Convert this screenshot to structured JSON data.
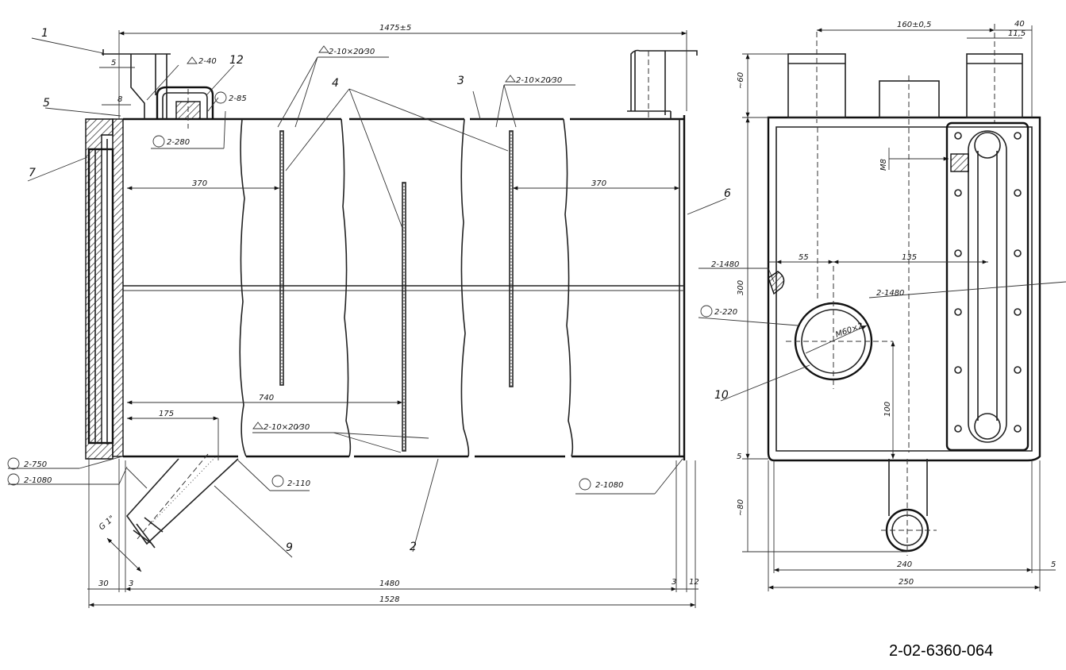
{
  "drawing_number": "2-02-6360-064",
  "parts": {
    "p1": "1",
    "p2": "2",
    "p3": "3",
    "p4": "4",
    "p5": "5",
    "p6": "6",
    "p7": "7",
    "p9": "9",
    "p10": "10",
    "p12": "12"
  },
  "dims_front": {
    "overall_top": "1475±5",
    "d5": "5",
    "d8": "8",
    "d370_left": "370",
    "d370_right": "370",
    "d740": "740",
    "d175": "175",
    "d1480": "1480",
    "d1528": "1528",
    "d30": "30",
    "d3_left": "3",
    "d3_right": "3",
    "d12": "12",
    "thread_g": "G 1\""
  },
  "weld_notes": {
    "w_2_40": "2-40",
    "w_2_85": "2-85",
    "w_2_280": "2-280",
    "w_top_left": "2-10×20⁄30",
    "w_top_right": "2-10×20⁄30",
    "w_bottom": "2-10×20⁄30",
    "w_2_750": "2-750",
    "w_2_1080_left": "2-1080",
    "w_2_110": "2-110",
    "w_2_1080_right": "2-1080"
  },
  "dims_side": {
    "d160": "160±0,5",
    "d40": "40",
    "d11_5": "11,5",
    "d60": "~60",
    "m8": "M8",
    "d55": "55",
    "d135": "135",
    "w_2_1480_left": "2-1480",
    "w_2_1480_right": "2-1480",
    "d300": "300",
    "w_2_220": "2-220",
    "m60": "M60×2",
    "d100": "100",
    "d5": "5",
    "d80": "~80",
    "d240": "240",
    "d250": "250",
    "d5_right": "5"
  },
  "colors": {
    "ink": "#222222",
    "paper": "#ffffff"
  }
}
